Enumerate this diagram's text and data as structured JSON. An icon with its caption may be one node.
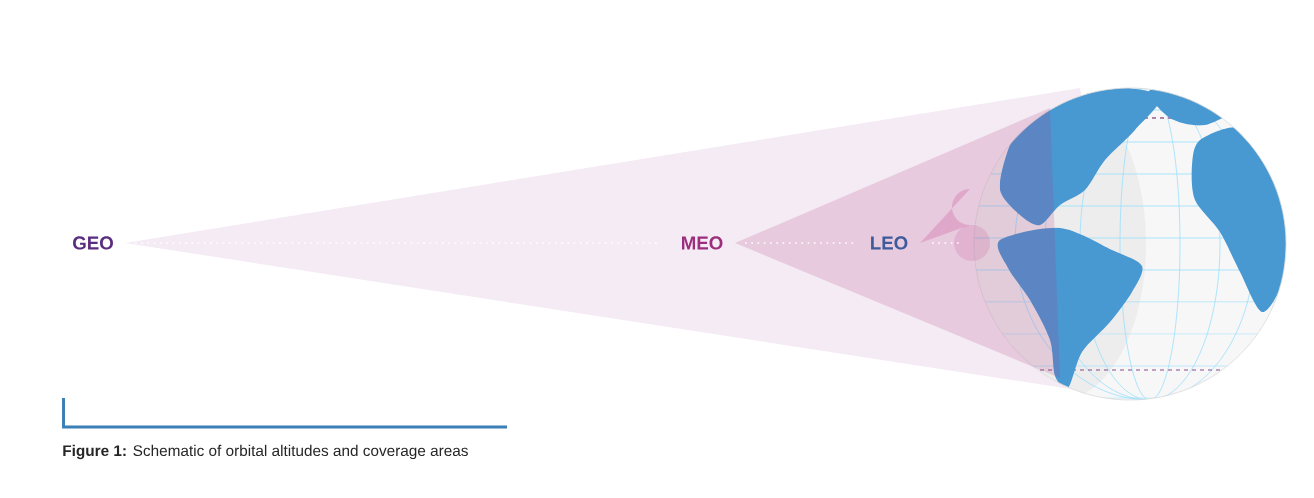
{
  "diagram": {
    "caption": "**Figure 1:** Schematic of orbital altitudes and coverage areas",
    "labels": [
      "GEO",
      "MEO",
      "LEO"
    ]
  }
}
